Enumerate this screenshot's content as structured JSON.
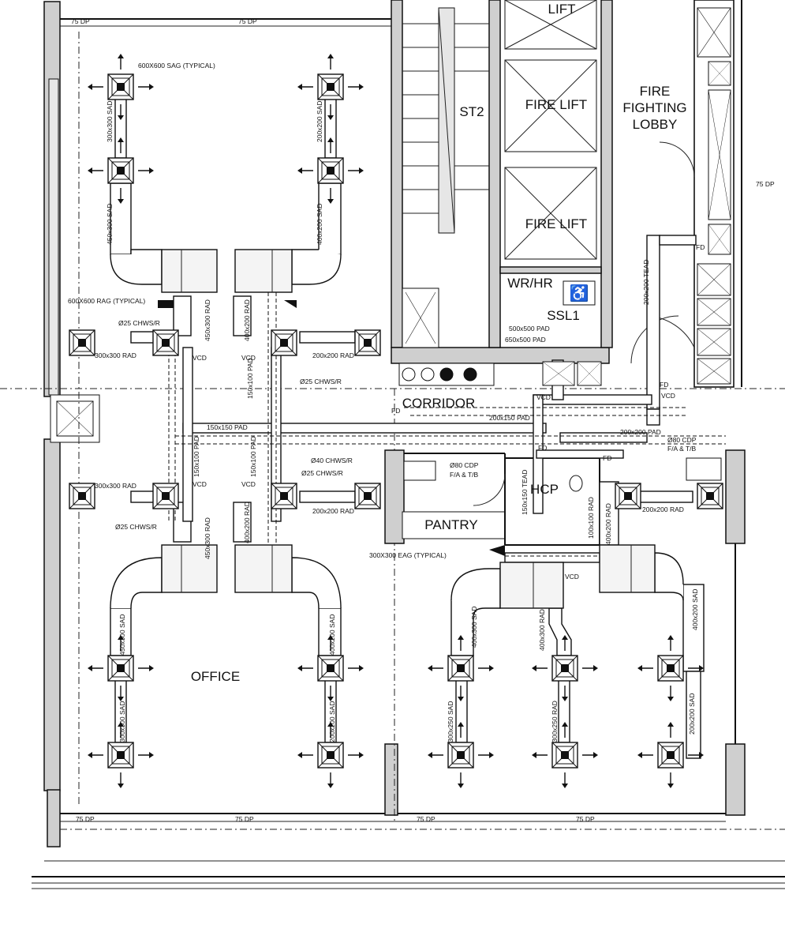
{
  "rooms": {
    "lift": "LIFT",
    "fire_lift_1": "FIRE LIFT",
    "fire_lift_2": "FIRE LIFT",
    "fire_fighting_lobby_1": "FIRE",
    "fire_fighting_lobby_2": "FIGHTING",
    "fire_fighting_lobby_3": "LOBBY",
    "st2": "ST2",
    "wr_hr": "WR/HR",
    "ssl1": "SSL1",
    "corridor": "CORRIDOR",
    "pantry": "PANTRY",
    "hcp": "HCP",
    "office": "OFFICE"
  },
  "labels": {
    "sag_typical": "600X600 SAG (TYPICAL)",
    "rag_typical": "600X600 RAG (TYPICAL)",
    "eag_typical": "300X300 EAG (TYPICAL)",
    "sad_300x300_nw": "300x300 SAD",
    "sad_450x300_nw": "450x300 SAD",
    "sad_200x200_ne": "200x200 SAD",
    "sad_400x200_ne": "400x200 SAD",
    "rad_450x300_n": "450x300 RAD",
    "rad_400x200_n": "400x200 RAD",
    "rad_300x300_w": "300x300 RAD",
    "rad_200x200_c": "200x200 RAD",
    "chws_1": "Ø25 CHWS/R",
    "chws_2": "Ø25 CHWS/R",
    "chws_3": "Ø25 CHWS/R",
    "chws_4": "Ø40 CHWS/R",
    "chws_5": "Ø25 CHWS/R",
    "pad_150x150": "150x150 PAD",
    "pad_150x100_a": "150x100 PAD",
    "pad_150x100_b": "150x100 PAD",
    "pad_150x100_c": "150x100 PAD",
    "pad_500x500": "500x500 PAD",
    "pad_650x500": "650x500 PAD",
    "pad_200x150": "200x150 PAD",
    "pad_200x200": "200x200 PAD",
    "tead_200x200": "200x200 TEAD",
    "tead_150x150": "150x150 TEAD",
    "cdp_80_a_1": "Ø80 CDP",
    "cdp_80_a_2": "F/A & T/B",
    "cdp_80_b_1": "Ø80 CDP",
    "cdp_80_b_2": "F/A & T/B",
    "rad_300x300_sw": "300x300 RAD",
    "rad_450x300_s": "450x300 RAD",
    "rad_400x200_s": "400x200 RAD",
    "rad_200x200_s": "200x200 RAD",
    "rad_200x200_e": "200x200 RAD",
    "rad_400x200_e": "400x200 RAD",
    "rad_100x100": "100x100 RAD",
    "sad_450x300_sw": "450x300 SAD",
    "sad_300x300_sw": "300x300 SAD",
    "sad_400x200_sw": "400x200 SAD",
    "sad_200x200_sw": "200x200 SAD",
    "sad_400x300_s": "400x300 SAD",
    "sad_300x250_s": "300x250 SAD",
    "rad_400x300_s": "400x300 RAD",
    "rad_300x250_s": "300x250 RAD",
    "sad_400x200_se": "400x200 SAD",
    "sad_200x200_se": "200x200 SAD",
    "vcd": "VCD",
    "fd": "FD",
    "dp_75": "75 DP"
  }
}
